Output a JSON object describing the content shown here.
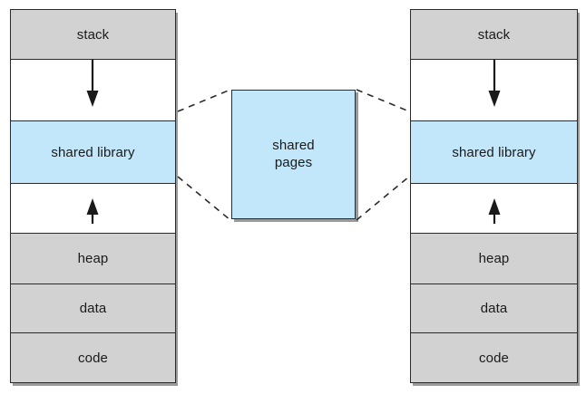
{
  "diagram": {
    "title": "shared pages / shared library memory layout",
    "colors": {
      "segment_gray": "#d2d2d2",
      "shared_blue": "#c2e7fa",
      "outline": "#2b2b2b",
      "shadow": "#9a9a9a",
      "background": "#ffffff",
      "text": "#1a1a1a"
    }
  },
  "left_process": {
    "name": "left-process-address-space",
    "rows": [
      {
        "label": "stack",
        "fill": "gray",
        "name": "segment-stack"
      },
      {
        "label": "",
        "fill": "white",
        "name": "segment-gap-upper"
      },
      {
        "label": "shared library",
        "fill": "blue",
        "name": "segment-shared-library"
      },
      {
        "label": "",
        "fill": "white",
        "name": "segment-gap-lower"
      },
      {
        "label": "heap",
        "fill": "gray",
        "name": "segment-heap"
      },
      {
        "label": "data",
        "fill": "gray",
        "name": "segment-data"
      },
      {
        "label": "code",
        "fill": "gray",
        "name": "segment-code"
      }
    ],
    "arrows": [
      {
        "name": "stack-growth-arrow-down",
        "direction": "down"
      },
      {
        "name": "heap-growth-arrow-up",
        "direction": "up"
      }
    ]
  },
  "right_process": {
    "name": "right-process-address-space",
    "rows": [
      {
        "label": "stack",
        "fill": "gray",
        "name": "segment-stack"
      },
      {
        "label": "",
        "fill": "white",
        "name": "segment-gap-upper"
      },
      {
        "label": "shared library",
        "fill": "blue",
        "name": "segment-shared-library"
      },
      {
        "label": "",
        "fill": "white",
        "name": "segment-gap-lower"
      },
      {
        "label": "heap",
        "fill": "gray",
        "name": "segment-heap"
      },
      {
        "label": "data",
        "fill": "gray",
        "name": "segment-data"
      },
      {
        "label": "code",
        "fill": "gray",
        "name": "segment-code"
      }
    ],
    "arrows": [
      {
        "name": "stack-growth-arrow-down",
        "direction": "down"
      },
      {
        "name": "heap-growth-arrow-up",
        "direction": "up"
      }
    ]
  },
  "shared_pages": {
    "name": "shared-pages-box",
    "label": "shared\npages",
    "fill": "blue"
  },
  "connectors": {
    "name": "dashed-connector-lines",
    "style": "dashed",
    "count": 4
  }
}
